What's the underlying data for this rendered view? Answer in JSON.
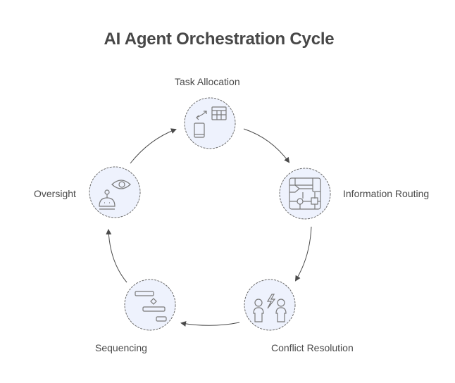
{
  "title": "AI Agent Orchestration Cycle",
  "colors": {
    "node_fill": "#eef2fd",
    "node_stroke": "#6b6b6b",
    "icon_stroke": "#7a7a7a",
    "arrow": "#4a4a4a",
    "text": "#4a4a4a",
    "title": "#474747"
  },
  "nodes": [
    {
      "id": "task-allocation",
      "label": "Task Allocation",
      "icon": "task-allocation-icon"
    },
    {
      "id": "information-routing",
      "label": "Information Routing",
      "icon": "routing-grid-icon"
    },
    {
      "id": "conflict-resolution",
      "label": "Conflict Resolution",
      "icon": "people-conflict-icon"
    },
    {
      "id": "sequencing",
      "label": "Sequencing",
      "icon": "gantt-sequence-icon"
    },
    {
      "id": "oversight",
      "label": "Oversight",
      "icon": "robot-eye-icon"
    }
  ],
  "edges": [
    {
      "from": "task-allocation",
      "to": "information-routing"
    },
    {
      "from": "information-routing",
      "to": "conflict-resolution"
    },
    {
      "from": "conflict-resolution",
      "to": "sequencing"
    },
    {
      "from": "sequencing",
      "to": "oversight"
    },
    {
      "from": "oversight",
      "to": "task-allocation"
    }
  ]
}
